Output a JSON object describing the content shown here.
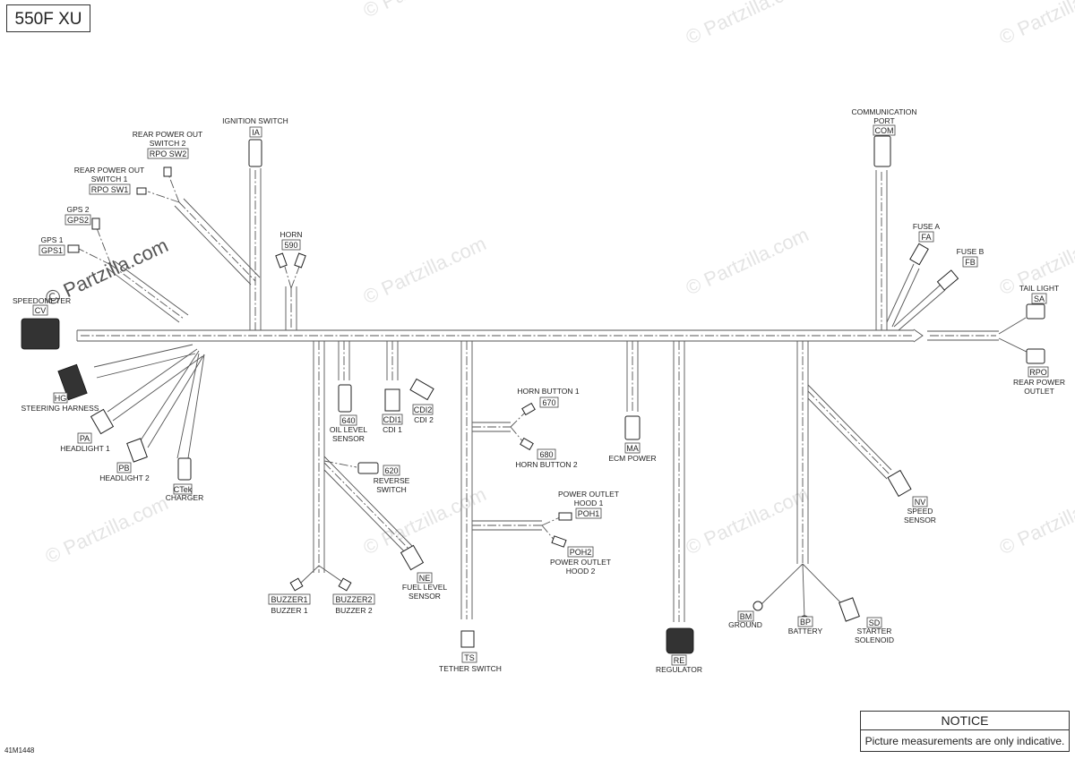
{
  "model": "550F XU",
  "figure_code": "41M1448",
  "notice": {
    "title": "NOTICE",
    "text": "Picture measurements are only indicative."
  },
  "watermark": "© Partzilla.com",
  "labels": {
    "ignition": "IGNITION SWITCH",
    "ia": "IA",
    "rpo2_l1": "REAR POWER OUT",
    "rpo2_l2": "SWITCH 2",
    "rposw2": "RPO SW2",
    "rpo1_l1": "REAR POWER OUT",
    "rpo1_l2": "SWITCH 1",
    "rposw1": "RPO SW1",
    "gps2": "GPS 2",
    "gps2c": "GPS2",
    "gps1": "GPS 1",
    "gps1c": "GPS1",
    "speedo": "SPEEDOMETER",
    "cv": "CV",
    "horn": "HORN",
    "h590": "590",
    "hg": "HG",
    "steering": "STEERING HARNESS",
    "pa": "PA",
    "headlight1": "HEADLIGHT 1",
    "pb": "PB",
    "headlight2": "HEADLIGHT 2",
    "ctek": "CTek",
    "charger": "CHARGER",
    "c640": "640",
    "oil_l1": "OIL LEVEL",
    "oil_l2": "SENSOR",
    "cdi1c": "CDI1",
    "cdi1": "CDI 1",
    "cdi2c": "CDI2",
    "cdi2": "CDI 2",
    "c620": "620",
    "rev_l1": "REVERSE",
    "rev_l2": "SWITCH",
    "ne": "NE",
    "fuel_l1": "FUEL LEVEL",
    "fuel_l2": "SENSOR",
    "buzzer1c": "BUZZER1",
    "buzzer1": "BUZZER 1",
    "buzzer2c": "BUZZER2",
    "buzzer2": "BUZZER 2",
    "hb1": "HORN BUTTON 1",
    "c670": "670",
    "c680": "680",
    "hb2": "HORN BUTTON 2",
    "ts": "TS",
    "tether": "TETHER SWITCH",
    "ma": "MA",
    "ecm": "ECM POWER",
    "po1_l1": "POWER OUTLET",
    "po1_l2": "HOOD 1",
    "poh1": "POH1",
    "poh2": "POH2",
    "po2_l1": "POWER OUTLET",
    "po2_l2": "HOOD 2",
    "re": "RE",
    "regulator": "REGULATOR",
    "comm_l1": "COMMUNICATION",
    "comm_l2": "PORT",
    "com": "COM",
    "fusea": "FUSE A",
    "fa": "FA",
    "fuseb": "FUSE B",
    "fb": "FB",
    "tail": "TAIL LIGHT",
    "sa": "SA",
    "rpo": "RPO",
    "rpo_l1": "REAR POWER",
    "rpo_l2": "OUTLET",
    "nv": "NV",
    "speed_l1": "SPEED",
    "speed_l2": "SENSOR",
    "bm": "BM",
    "ground": "GROUND",
    "bp": "BP",
    "battery": "BATTERY",
    "sd": "SD",
    "starter_l1": "STARTER",
    "starter_l2": "SOLENOID"
  }
}
